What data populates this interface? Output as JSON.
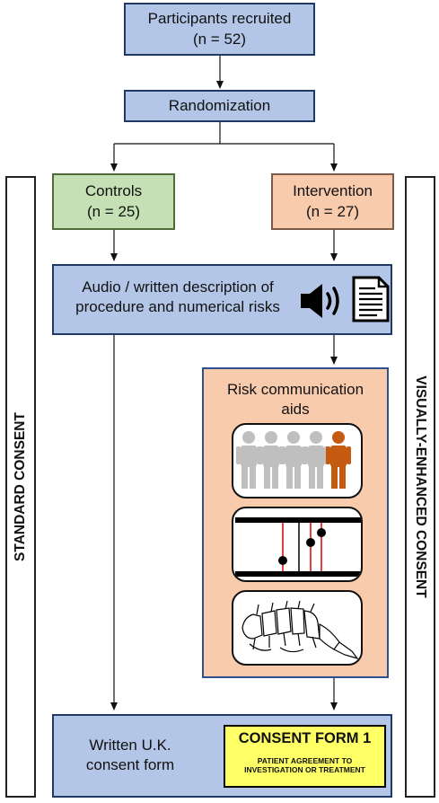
{
  "nodes": {
    "recruited": "Participants recruited\n(n = 52)",
    "randomization": "Randomization",
    "controls": "Controls\n(n = 25)",
    "intervention": "Intervention\n(n = 27)",
    "audio": "Audio / written description of\nprocedure and numerical risks",
    "risk_aids": "Risk communication\naids",
    "written_form": "Written U.K.\nconsent form"
  },
  "consent_form": {
    "title": "CONSENT FORM 1",
    "subtitle": "PATIENT AGREEMENT TO\nINVESTIGATION OR TREATMENT"
  },
  "side_labels": {
    "left": "STANDARD CONSENT",
    "right": "VISUALLY-ENHANCED CONSENT"
  },
  "colors": {
    "blue": "#b4c6e7",
    "green": "#c5e0b4",
    "orange": "#f8cbad",
    "highlight_person": "#c55a11",
    "grey_person": "#bfbfbf",
    "form_yellow": "#ffff66"
  },
  "icons": [
    "speaker-icon",
    "document-icon",
    "people-icon",
    "risk-scale-icon",
    "spine-icon"
  ]
}
